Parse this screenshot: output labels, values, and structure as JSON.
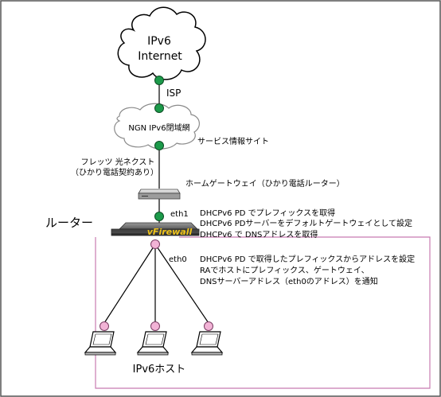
{
  "internet_cloud": {
    "line1": "IPv6",
    "line2": "Internet"
  },
  "isp_label": "ISP",
  "ngn_cloud": {
    "label": "NGN IPv6閉域網"
  },
  "service_site_label": "サービス情報サイト",
  "flets_label": {
    "line1": "フレッツ 光ネクスト",
    "line2": "（ひかり電話契約あり）"
  },
  "home_gateway_label": "ホームゲートウェイ（ひかり電話ルーター）",
  "router_label": "ルーター",
  "router_brand": "vFirewall",
  "eth1_label": "eth1",
  "eth1_notes": [
    "DHCPv6 PD でプレフィックスを取得",
    "DHCPv6 PDサーバーをデフォルトゲートウェイとして設定",
    "DHCPv6 で DNSアドレスを取得"
  ],
  "eth0_label": "eth0",
  "eth0_notes": [
    "DHCPv6 PD で取得したプレフィックスからアドレスを設定",
    "RAでホストにプレフィックス、ゲートウェイ、",
    "DNSサーバーアドレス（eth0のアドレス）を通知"
  ],
  "hosts_label": "IPv6ホスト",
  "colors": {
    "green_node": "#1c9a4a",
    "pink_node": "#f2b3d6",
    "pink_line": "#c77bb0",
    "router_body": "#5a5a5a",
    "router_brand_text": "#f0c419"
  }
}
